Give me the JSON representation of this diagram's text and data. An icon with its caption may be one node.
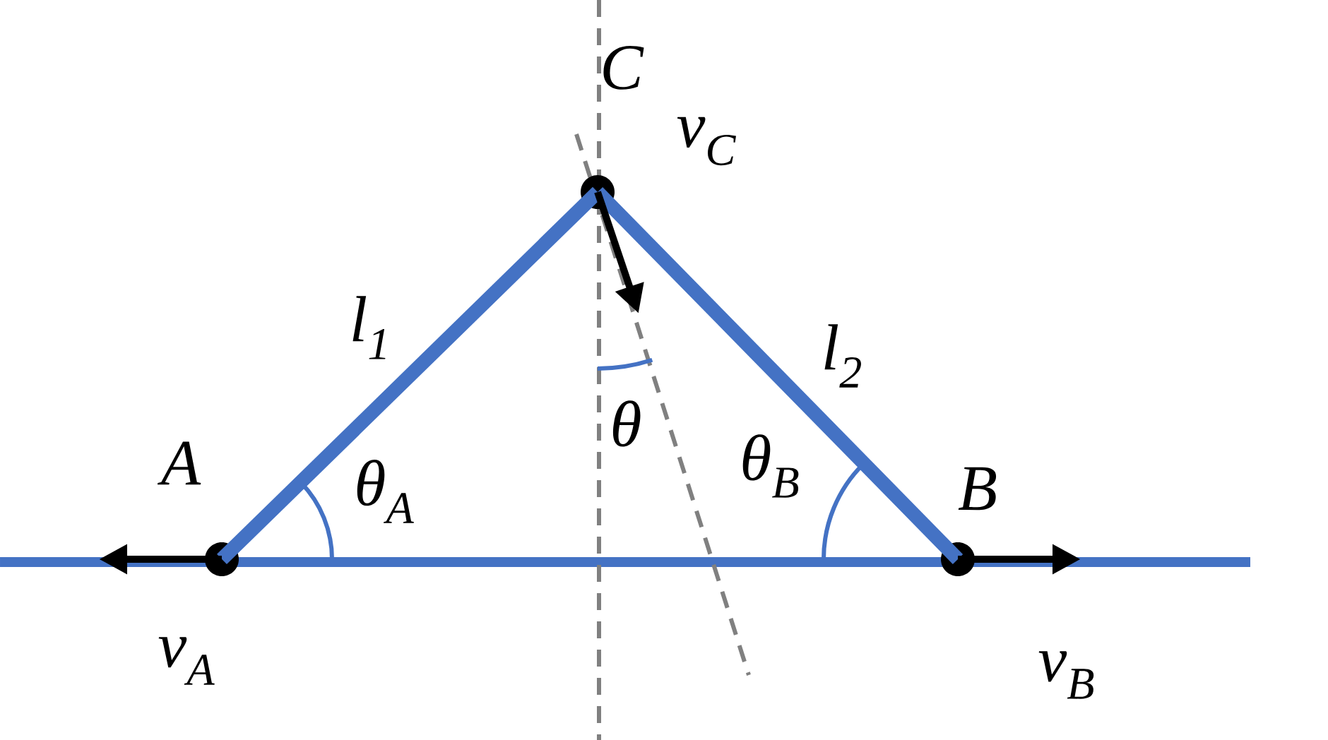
{
  "diagram": {
    "nodes": [
      {
        "text": [],
        "shape": "circle",
        "beside": [
          "A"
        ]
      },
      {
        "text": [],
        "shape": "circle",
        "beside": [
          "C"
        ]
      },
      {
        "text": [],
        "shape": "circle",
        "beside": [
          "B"
        ]
      }
    ],
    "edges": [
      {
        "from": 0,
        "to": 1,
        "arrow": "none",
        "label": "l$_{1}$"
      },
      {
        "from": 1,
        "to": 2,
        "arrow": "none",
        "label": "l$_{2}$"
      }
    ],
    "labels": [
      "v$_{C}$",
      "θ$_{A}$",
      "θ",
      "θ$_{B}$",
      "v$_{A}$",
      "v$_{B}$"
    ]
  }
}
